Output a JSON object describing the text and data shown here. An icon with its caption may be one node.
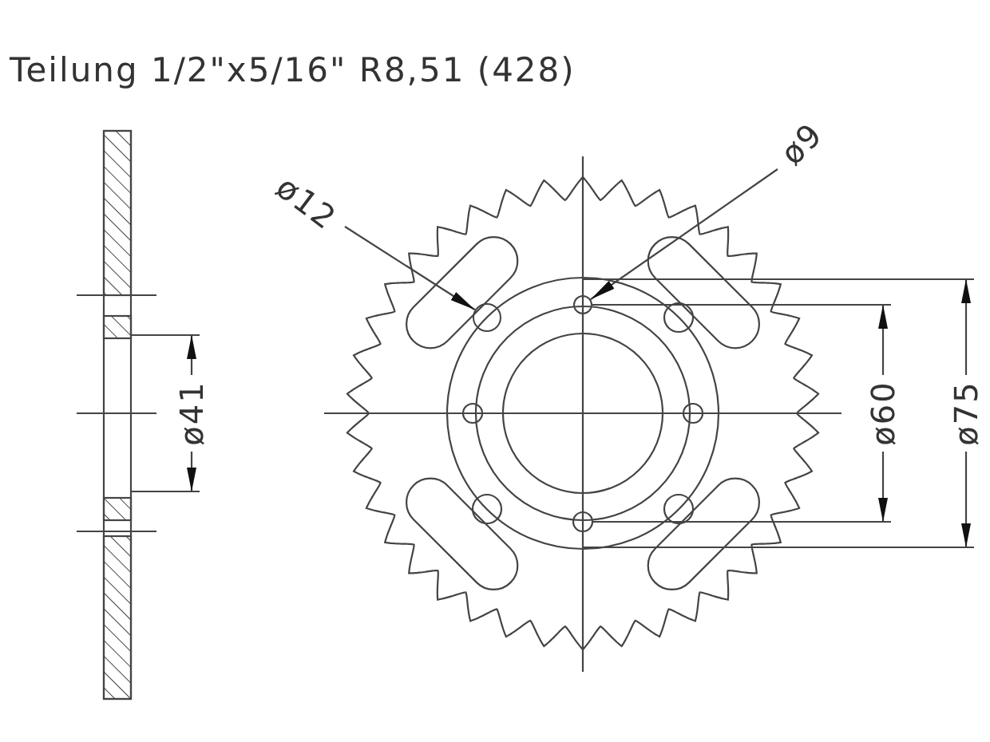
{
  "diagram": {
    "title": "Teilung 1/2\"x5/16\" R8,51 (428)",
    "nodes": [
      {
        "text": [
          "ø12"
        ]
      },
      {
        "text": [],
        "shape": "circle"
      },
      {
        "text": [
          "ø9"
        ]
      },
      {
        "text": [],
        "shape": "circle"
      }
    ],
    "edges": [
      {
        "from": 0,
        "to": 1,
        "arrow": "to"
      },
      {
        "from": 2,
        "to": 3,
        "arrow": "to"
      }
    ],
    "labels": [
      "ø41",
      "ø60",
      "ø75"
    ]
  }
}
